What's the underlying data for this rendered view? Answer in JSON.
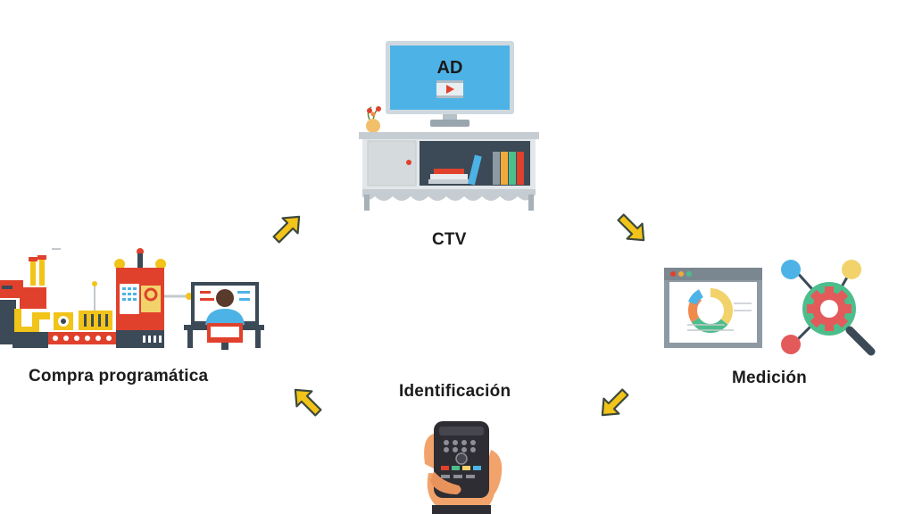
{
  "nodes": {
    "ctv": {
      "label": "CTV",
      "screen_text": "AD"
    },
    "measurement": {
      "label": "Medición"
    },
    "identification": {
      "label": "Identificación"
    },
    "programmatic": {
      "label": "Compra programática"
    }
  },
  "icons": {
    "ctv": "tv-cabinet-icon",
    "measurement": "analytics-gear-icon",
    "identification": "remote-control-hand-icon",
    "programmatic": "factory-workstation-icon",
    "arrow": "yellow-arrow-icon"
  },
  "colors": {
    "arrow_fill": "#f2c318",
    "arrow_stroke": "#3c4a3c",
    "screen": "#4db3e6",
    "text": "#1c1c1c",
    "accent_red": "#e0412d"
  }
}
